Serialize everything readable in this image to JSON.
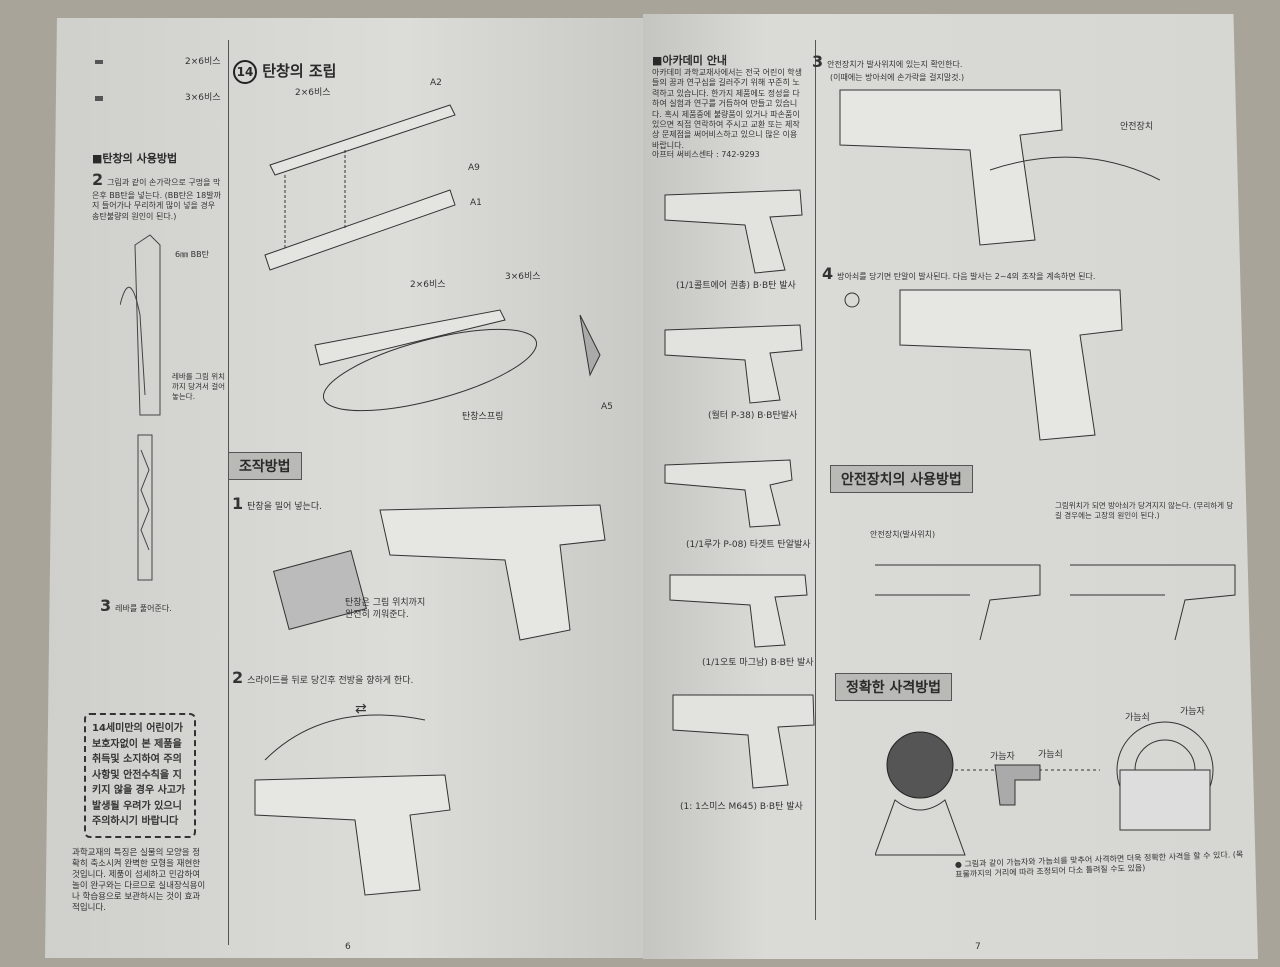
{
  "left_page": {
    "screws": [
      {
        "label": "2×6비스"
      },
      {
        "label": "3×6비스"
      }
    ],
    "mag_usage_title": "■탄창의 사용방법",
    "step2_num": "2",
    "step2_text": "그림과 같이 손가락으로 구멍을 막은후 BB탄을 넣는다. (BB탄은 18발까지 들어가나 무리하게 많이 넣을 경우 송탄불량의 원인이 된다.)",
    "bb_label": "6㎜ BB탄",
    "lever_text": "레바를 그림 위치까지 당겨서 걸어놓는다.",
    "step3_num": "3",
    "step3_text": "레바를 풀어준다.",
    "warning": "14세미만의 어린이가 보호자없이 본 제품을 취득및 소지하여 주의사항및 안전수칙을 지키지 않을 경우 사고가 발생될 우려가 있으니 주의하시기 바랍니다",
    "note": "과학교재의 특징은 실물의 모양을 정확히 축소시켜 완벽한 모형을 재현한 것입니다. 제품이 섬세하고 민감하여 놀이 완구와는 다르므로 실내장식용이나 학습용으로 보관하시는 것이 효과적입니다.",
    "assembly_num": "14",
    "assembly_title": "탄창의 조립",
    "parts": {
      "a2": "A2",
      "a9": "A9",
      "a1": "A1",
      "a5": "A5",
      "screw1": "2×6비스",
      "screw2": "2×6비스",
      "screw3": "3×6비스",
      "spring": "탄창스프링"
    },
    "operation_title": "조작방법",
    "op1_num": "1",
    "op1_text": "탄창을 밀어 넣는다.",
    "op1_note": "탄창은 그림 위치까지 완전히 끼워준다.",
    "op2_num": "2",
    "op2_text": "스라이드를 뒤로 당긴후 전방을 향하게 한다.",
    "page_number": "6"
  },
  "right_page": {
    "academy_title": "■아카데미 안내",
    "academy_text": "아카데미 과학교재사에서는 전국 어린이 학생들의 꿈과 연구심을 길러주기 위해 꾸준히 노력하고 있습니다. 한가지 제품에도 정성을 다하여 실험과 연구를 거듭하여 만들고 있습니다. 혹시 제품중에 불량품이 있거나 파손품이 있으면 직접 연락하여 주시고 교환 또는 제작상 문제점을 써어비스하고 있으니 많은 이용 바랍니다.",
    "service": "아프터 써비스센타 : 742-9293",
    "guns": [
      {
        "caption": "(1/1콜트에어 권총) B·B탄 발사"
      },
      {
        "caption": "(월터 P-38) B·B탄발사"
      },
      {
        "caption": "(1/1루가 P-08) 타겟트 탄알발사"
      },
      {
        "caption": "(1/1오토 마그남) B·B탄 발사"
      },
      {
        "caption": "(1: 1스미스 M645) B·B탄 발사"
      }
    ],
    "step3_num": "3",
    "step3_text": "안전장치가 발사위치에 있는지 확인한다.",
    "step3_sub": "(이때에는 방아쇠에 손가락을 걸지말것.)",
    "safety_label": "안전장치",
    "step4_num": "4",
    "step4_text": "방아쇠를 당기면 탄알이 발사된다. 다음 발사는 2~4의 조작을 계속하면 된다.",
    "safety_title": "안전장치의 사용방법",
    "safety_fire": "안전장치(발사위치)",
    "safety_note": "그림위치가 되면 방아쇠가 당겨지지 않는다. (무리하게 당길 경우에는 고장의 원인이 된다.)",
    "aim_title": "정확한 사격방법",
    "rear_sight": "가늠자",
    "front_sight": "가늠쇠",
    "aim_note": "● 그림과 같이 가늠자와 가늠쇠를 맞추어 사격하면 더욱 정확한 사격을 할 수 있다. (목표물까지의 거리에 따라 조정되어 다소 틀려질 수도 있음)",
    "page_number": "7"
  }
}
